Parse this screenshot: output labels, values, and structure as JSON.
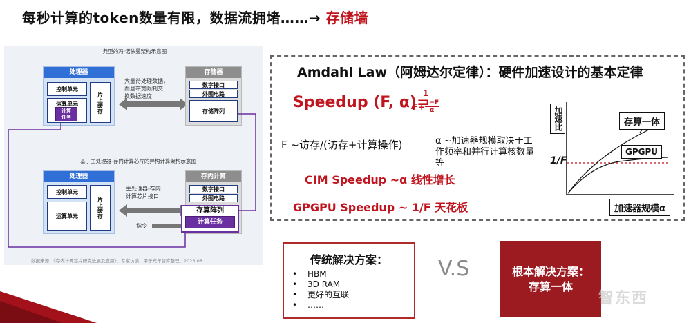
{
  "title": {
    "main": "每秒计算的token数量有限，数据流拥堵……→ ",
    "highlight": "存储墙"
  },
  "diagram_top": {
    "caption": "典型的冯·诺依曼架构示意图",
    "processor_header": "处理器",
    "control": "控制单元",
    "alu": "运算单元",
    "compute_task": "计算\n任务",
    "cache": "片上缓存",
    "note": "大量待处理数据，\n而且带宽限制交\n换数据速度",
    "memory_header": "存储器",
    "digital_if": "数字接口",
    "peripheral": "外围电路",
    "array": "存储阵列"
  },
  "diagram_bottom": {
    "caption": "基于主处理器-存内计算芯片的异构计算架构示意图",
    "processor_header": "处理器",
    "control": "控制单元",
    "alu": "运算单元",
    "cache": "片上缓存",
    "note": "主处理器-存内\n计算芯片接口",
    "instruction": "指令",
    "cim_header": "存内计算",
    "digital_if": "数字接口",
    "peripheral": "外围电路",
    "array": "存算阵列",
    "compute_task": "计算任务"
  },
  "source": "数据来源：《存内计算芯片研究进展及应用》，专家访谈，甲子光年智库整理，2023.08",
  "amdahl": "Amdahl Law（阿姆达尔定律）：硬件加速设计的基本定律",
  "speedup": "Speedup (F, α)=",
  "formula": {
    "num": "1",
    "den_left": "F+",
    "inner_num": "1−F",
    "inner_den": "α"
  },
  "f_def": "F ~访存/(访存+计算操作)",
  "alpha_def": "α ~加速器规模取决于工作频率和并行计算核数量等",
  "cim_speedup": "CIM Speedup ~α 线性增长",
  "gpgpu_speedup": "GPGPU Speedup ~ 1/F 天花板",
  "graph": {
    "y_label": "加速比",
    "inv_f": "1/F",
    "curve_cim": "存算一体",
    "curve_gpgpu": "GPGPU",
    "x_label": "加速器规模α"
  },
  "traditional": {
    "title": "传统解决方案：",
    "items": [
      "HBM",
      "3D RAM",
      "更好的互联",
      "……"
    ],
    "bullet": "•"
  },
  "vs": "V.S",
  "root": {
    "line1": "根本解决方案：",
    "line2": "存算一体"
  },
  "watermark": "智东西",
  "colors": {
    "accent_red": "#c0141e",
    "dark_red": "#9b1b21",
    "purple": "#6a2fa0",
    "blue_header": "#2f6fd6"
  }
}
